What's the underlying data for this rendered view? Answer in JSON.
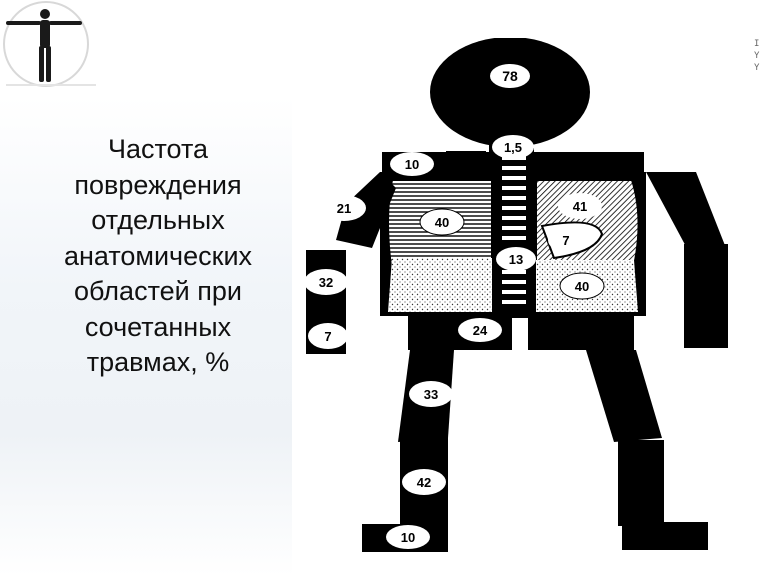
{
  "slide": {
    "title_lines": [
      "Частота",
      "повреждения",
      "отдельных",
      "анатомических",
      "областей при",
      "сочетанных",
      "травмах, %"
    ]
  },
  "logo": {
    "icon": "vitruvian-man-icon"
  },
  "figure": {
    "labels": {
      "head": "78",
      "neck": "1,5",
      "right_shoulder": "10",
      "right_upper_arm": "21",
      "right_forearm": "32",
      "right_hand": "7",
      "right_chest": "40",
      "left_chest": "41",
      "heart": "7",
      "spine": "13",
      "abdomen": "40",
      "pelvis": "24",
      "right_thigh": "33",
      "right_shin": "42",
      "right_foot": "10"
    },
    "edge_fragments": [
      "I",
      "Y",
      "Y"
    ]
  }
}
